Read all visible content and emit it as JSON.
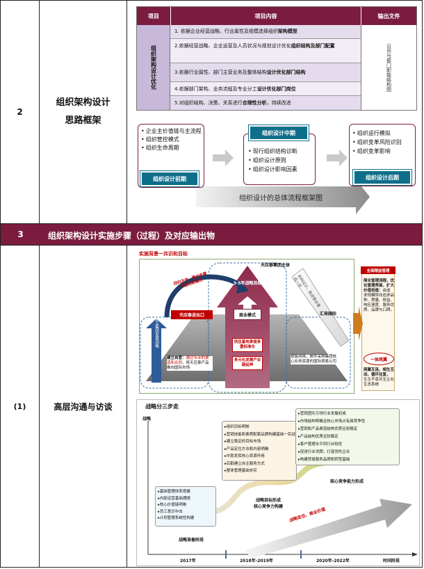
{
  "rows": {
    "r2": {
      "num": "2",
      "title_line1": "组织架构设计",
      "title_line2": "思路框架"
    },
    "r3": {
      "num": "3",
      "title": "组织架构设计实施步骤（过程）及对应输出物"
    },
    "r4": {
      "num": "(1)",
      "title": "高层沟通与访谈"
    }
  },
  "table": {
    "headers": [
      "项目",
      "项目内容",
      "输出文件"
    ],
    "category": "组织架构设计优化",
    "output": "公司与部门职能结构图",
    "items": [
      {
        "pre": "1. 依据企业经营战略、行业属性及规模选择组织",
        "bold": "架构模型",
        "post": ""
      },
      {
        "pre": "2.依据经营战略、企业运营及人员状况与规划设计优化",
        "bold": "组织结构及部门配置",
        "post": ""
      },
      {
        "pre": "3.依据行业属性、部门主营业务及整体结构",
        "bold": "设计优化部门结构",
        "post": ""
      },
      {
        "pre": "4.依据部门架构、业务流程及专业分工",
        "bold": "设计优化部门岗位",
        "post": ""
      },
      {
        "pre": "5.对组织结构、决策、关系进行",
        "bold": "合理性分析",
        "post": "，持续改进"
      }
    ]
  },
  "flow": {
    "left": {
      "items": [
        "企业主价值链与主流程",
        "组织管控模式",
        "组织生命周期"
      ],
      "label": "组织设计前期"
    },
    "mid": {
      "label": "组织设计中期",
      "items": [
        "现行组织结构诊断",
        "组织设计原则",
        "组织设计影响因素"
      ]
    },
    "right": {
      "items": [
        "组织运行模拟",
        "组织变革风险识别",
        "组织变革影响"
      ],
      "label": "组织设计后期"
    },
    "caption": "组织设计的总体流程框架图"
  },
  "diagram1": {
    "title": "实施背景一共识和目标",
    "top_label": "天应泰集团主体",
    "center_label": "3-5年战略目标",
    "center_box": "商业模式",
    "left_arc_text": "回归主体，强力支撑实施创新模式",
    "exit_label": "天应泰进出口",
    "left_column": "确立集团发展战略",
    "left_note_prefix": "建立自营：",
    "left_note_red": "通过专业的渠道和合同，",
    "left_note_suffix": "将天应泰产品推向国际市场",
    "right_diag": "结构设计，推进整合重组一步",
    "right_label": "汇来国际",
    "right_note": "销售网络，邮件采购集团核心业务资源的国际贸易公司",
    "center_red1": "供应基地承接多重标准化",
    "center_red2": "多元化发展产业链延伸",
    "side_header": "全面精益管理",
    "side_body_bold": "简化管理流程，优化管理界面，扩大价值创造：",
    "side_body": "由追求规模转向追求品种、质量、效益、响应速度、服务优质、品牌与口碑。",
    "side_badge": "一体两翼",
    "side_footer_bold": "两翼互连、相生互动、循环往复，",
    "side_footer": "生生不息共生企业生态系统"
  },
  "diagram2": {
    "title": "战略分三步走",
    "y_axis": "战略",
    "x_axis": "时间阶段",
    "timeline": [
      "2017年",
      "2018年-2019年",
      "2020年-2022年"
    ],
    "stage1": {
      "items": [
        "基础管理体系搭建",
        "内部运营基础理顺",
        "核心价值链明晰",
        "员工意识中击",
        "计划管理系统性构建"
      ],
      "label": "战略准备阶段"
    },
    "stage2": {
      "items": [
        "组织目标明晰",
        "营销技能和素质配套品牌构建基础一实战",
        "建立稳定的目标市场",
        "产品定位方法和内容明确",
        "中层发挥核心资源作用",
        "后勤建立自主服务方式",
        "整体管理基础夯实"
      ],
      "label_line1": "战略目标形成",
      "label_line2": "核心竞争力构建"
    },
    "stage3": {
      "items": [
        "营销团队引领行业发展初成",
        "市场结构明确且核心市场占有具竞争性",
        "营销和产品渠道结构优质且较稳定",
        "产品结构优质且较稳定",
        "客户管理水平同行业较优",
        "促进行业洗牌，打造领先企业",
        "构建贸易服务品牌和转型基础"
      ],
      "label": "核心竞争能力形成"
    },
    "arrow_text": "战略定位、商业价值"
  },
  "colors": {
    "maroon": "#7b1c3f",
    "teal": "#0f6f8a",
    "red": "#c00000",
    "lilac": "#c8b8da"
  }
}
